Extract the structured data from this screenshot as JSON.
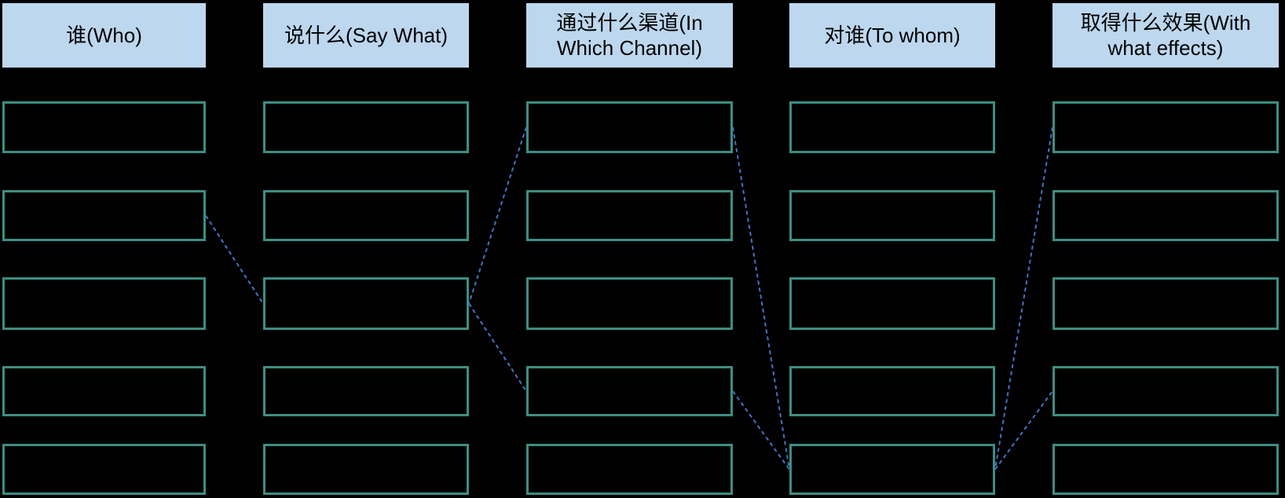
{
  "diagram": {
    "rows_per_column": 5,
    "boxes_are_empty": true
  },
  "columns": [
    {
      "id": "who",
      "label": "谁(Who)"
    },
    {
      "id": "say-what",
      "label": "说什么(Say What)"
    },
    {
      "id": "channel",
      "label": "通过什么渠道(In Which Channel)"
    },
    {
      "id": "to-whom",
      "label": "对谁(To whom)"
    },
    {
      "id": "effects",
      "label": "取得什么效果(With what effects)"
    }
  ],
  "connectors": [
    {
      "from": {
        "col": 1,
        "row": 2
      },
      "to": {
        "col": 2,
        "row": 3
      }
    },
    {
      "from": {
        "col": 3,
        "row": 1
      },
      "to": {
        "col": 2,
        "row": 3
      }
    },
    {
      "from": {
        "col": 2,
        "row": 3
      },
      "to": {
        "col": 3,
        "row": 4
      }
    },
    {
      "from": {
        "col": 3,
        "row": 1
      },
      "to": {
        "col": 4,
        "row": 5
      }
    },
    {
      "from": {
        "col": 3,
        "row": 4
      },
      "to": {
        "col": 4,
        "row": 5
      }
    },
    {
      "from": {
        "col": 5,
        "row": 1
      },
      "to": {
        "col": 4,
        "row": 5
      }
    },
    {
      "from": {
        "col": 4,
        "row": 5
      },
      "to": {
        "col": 5,
        "row": 4
      }
    }
  ],
  "colors": {
    "background": "#000000",
    "header_fill": "#BDD7EE",
    "header_text": "#000000",
    "box_border": "#3C8E82",
    "connector_line": "#4472C4"
  }
}
